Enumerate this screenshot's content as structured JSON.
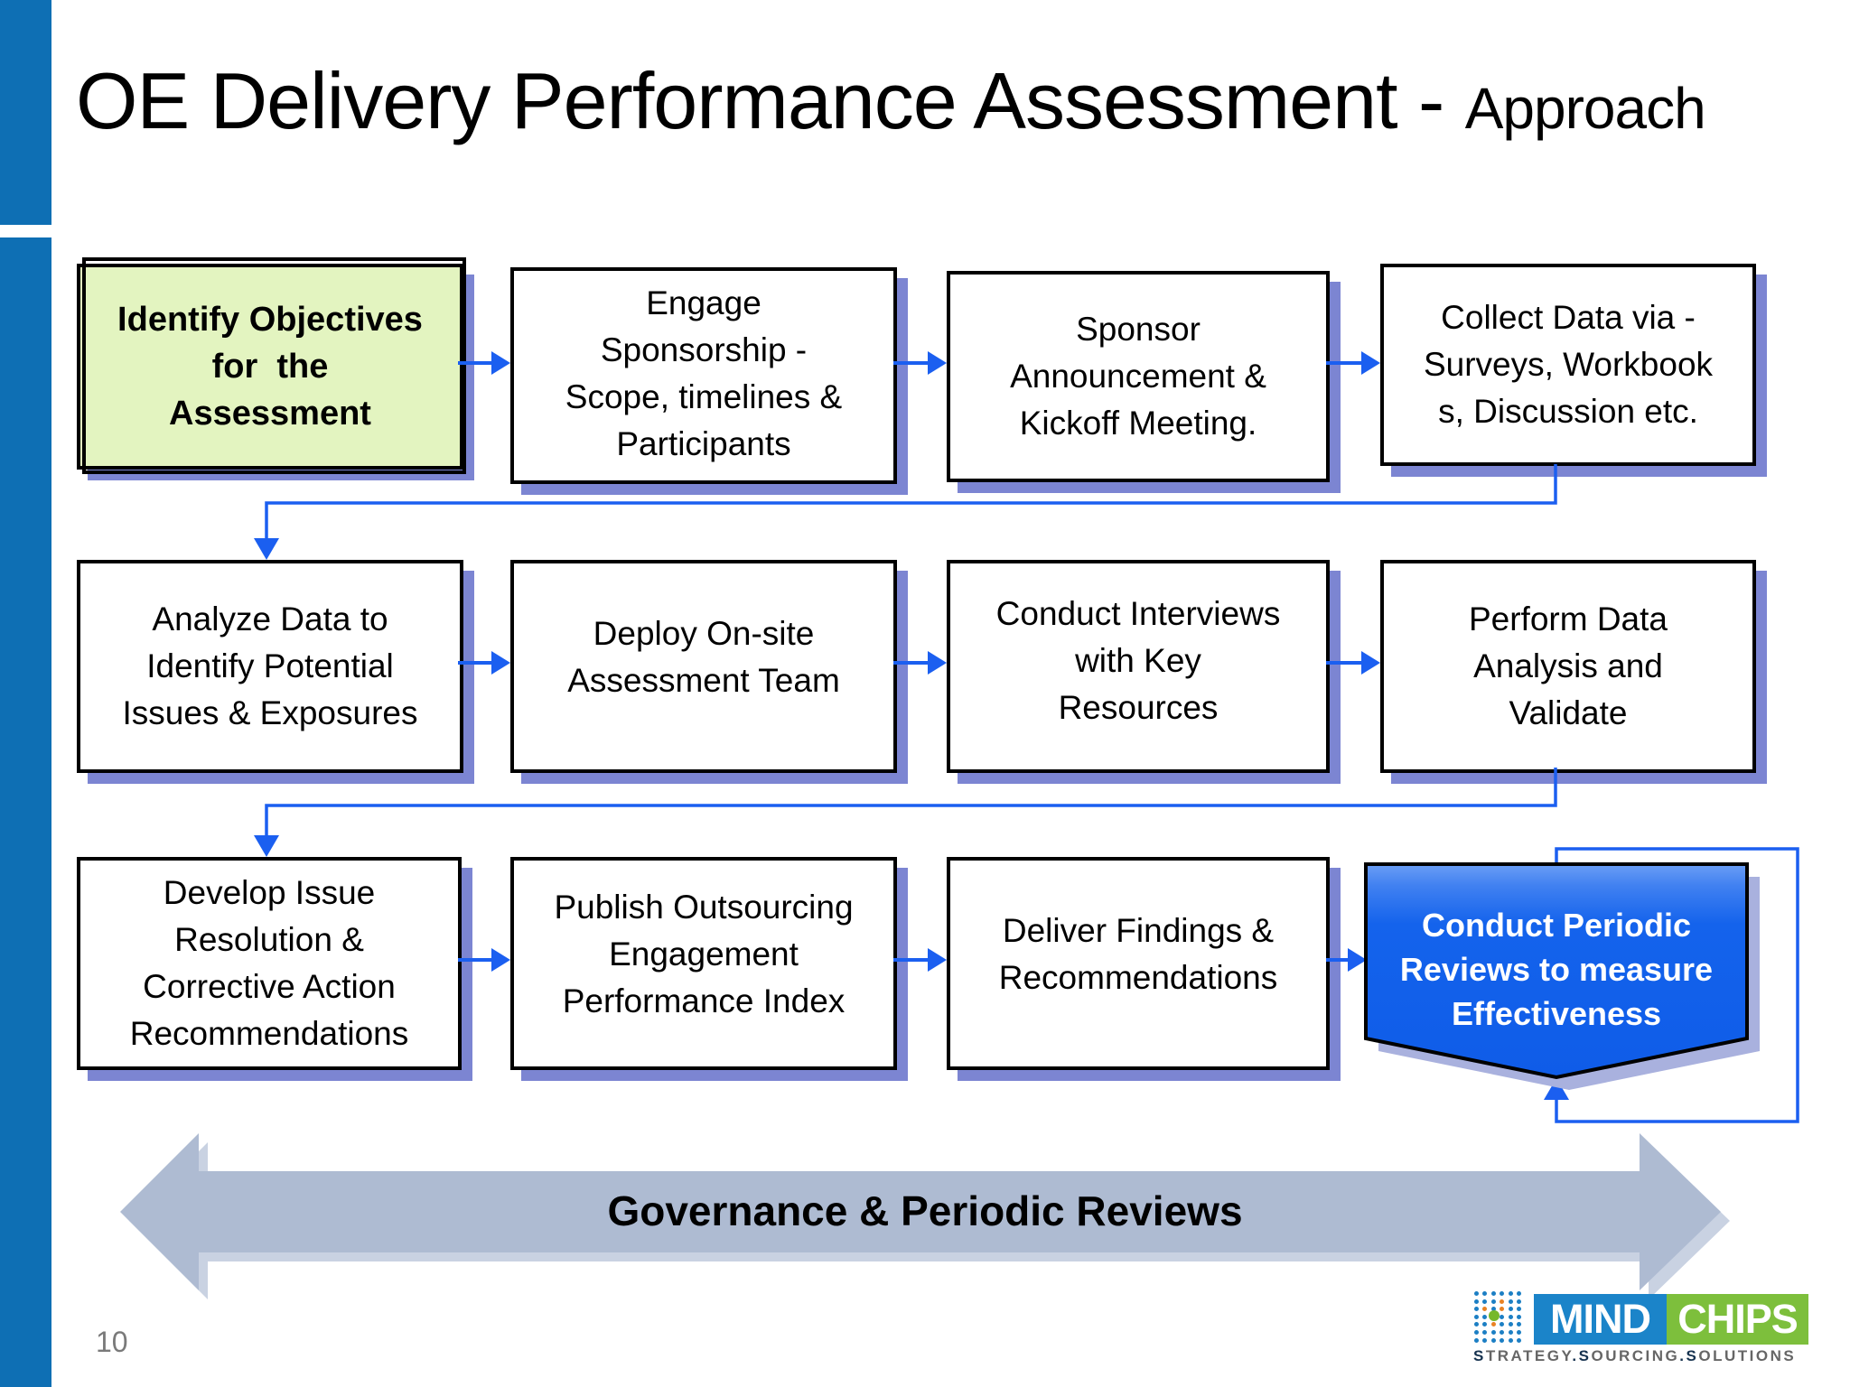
{
  "title": {
    "main": "OE Delivery Performance Assessment - ",
    "suffix": "Approach"
  },
  "page_number": "10",
  "flow": {
    "r1c1": "Identify Objectives\nfor  the\nAssessment",
    "r1c2": "Engage\nSponsorship -\nScope, timelines &\nParticipants",
    "r1c3": "Sponsor\nAnnouncement &\nKickoff Meeting.",
    "r1c4": "Collect Data via -\nSurveys, Workbook\ns, Discussion etc.",
    "r2c1": "Analyze Data to\nIdentify Potential\nIssues & Exposures",
    "r2c2": "Deploy On-site\nAssessment Team",
    "r2c3": "Conduct Interviews\nwith Key\nResources",
    "r2c4": "Perform Data\nAnalysis and\nValidate",
    "r3c1": "Develop Issue\nResolution &\nCorrective Action\nRecommendations",
    "r3c2": "Publish Outsourcing\nEngagement\nPerformance Index",
    "r3c3": "Deliver Findings &\nRecommendations",
    "pentagon": "Conduct Periodic\nReviews to measure\nEffectiveness"
  },
  "governance_label": "Governance & Periodic Reviews",
  "logo": {
    "mind": "MIND",
    "chips": "CHIPS",
    "tagline_words": [
      "STRATEGY",
      "SOURCING",
      "SOLUTIONS"
    ],
    "dots": {
      "rows": 7,
      "cols": 6,
      "orange": [
        [
          2,
          4
        ],
        [
          3,
          2
        ],
        [
          3,
          4
        ],
        [
          5,
          3
        ]
      ]
    }
  },
  "colors": {
    "accent_bar": "#0e6fb4",
    "connector_blue": "#1b5ff0",
    "box_shadow": "#7c85d2",
    "highlight_green": "#e3f4c0",
    "pentagon_blue": "#1463ec",
    "pentagon_light": "#5d93f4",
    "pentagon_shadow": "#a9b1de",
    "governance_gray": "#aebbd2",
    "governance_shadow": "#c9d2e2",
    "logo_blue": "#1b84c9",
    "logo_green": "#7dbf3c",
    "dot_blue": "#1c7fc4",
    "dot_orange": "#e98223",
    "dot_green": "#76b82a"
  }
}
